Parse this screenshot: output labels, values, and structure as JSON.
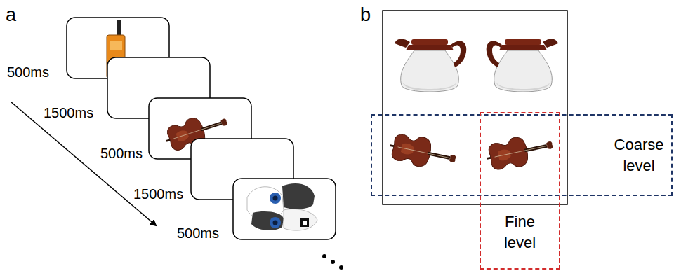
{
  "diagram": {
    "nodes": [
      {
        "text": [
          "Coarse level"
        ]
      },
      {
        "text": [
          "Fine level"
        ]
      }
    ],
    "labels": [
      "a",
      "500ms",
      "1500ms",
      "500ms",
      "1500ms",
      "500ms",
      "b"
    ]
  }
}
